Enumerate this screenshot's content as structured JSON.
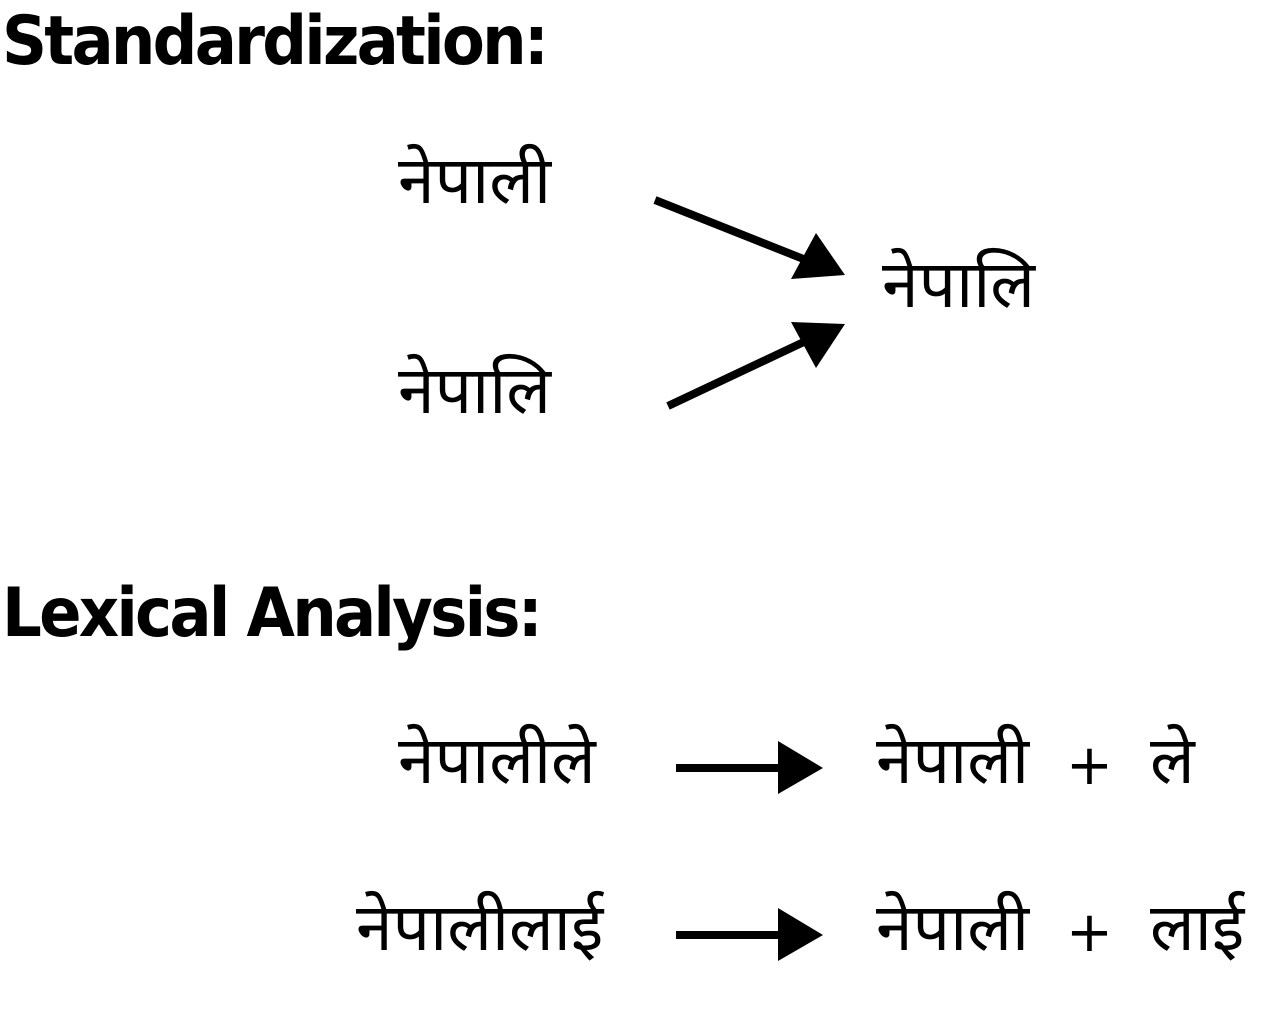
{
  "sections": {
    "standardization": {
      "heading": "Standardization:",
      "inputs": [
        "नेपाली",
        "नेपालि"
      ],
      "output": "नेपालि"
    },
    "lexical_analysis": {
      "heading": "Lexical Analysis:",
      "rows": [
        {
          "input": "नेपालीले",
          "stem": "नेपाली",
          "operator": "+",
          "suffix": "ले"
        },
        {
          "input": "नेपालीलाई",
          "stem": "नेपाली",
          "operator": "+",
          "suffix": "लाई"
        }
      ]
    }
  },
  "icons": {
    "arrow": "right-arrow-icon"
  },
  "colors": {
    "foreground": "#000000",
    "background": "#ffffff"
  }
}
